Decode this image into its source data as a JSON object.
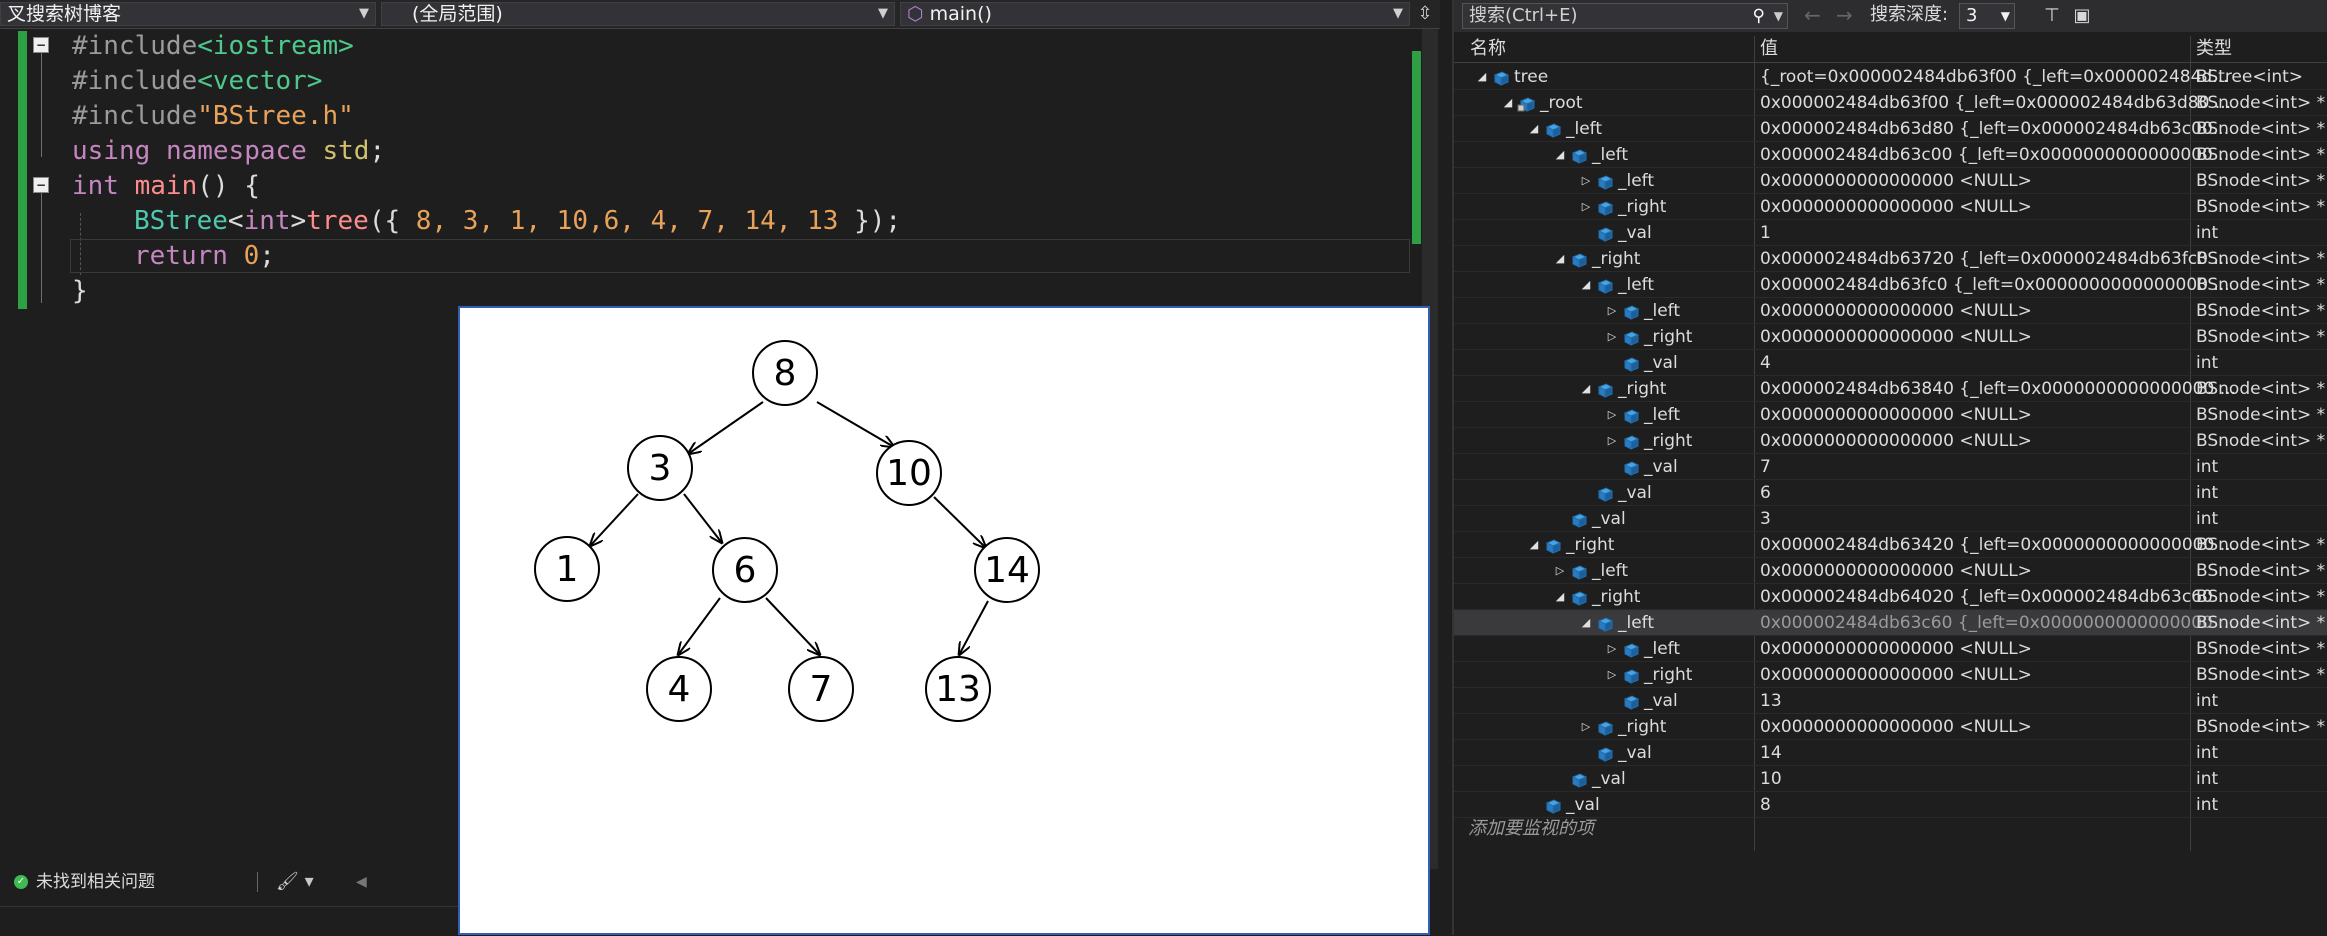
{
  "navbar": {
    "project": "叉搜索树博客",
    "scope": "(全局范围)",
    "function": "main()"
  },
  "code": {
    "lines": [
      [
        "#include",
        "<iostream>"
      ],
      [
        "#include",
        "<vector>"
      ],
      [
        "#include",
        "\"BStree.h\""
      ],
      [
        "using namespace std;"
      ],
      [
        "int main() {"
      ],
      [
        "BStree",
        "<int>",
        "tree",
        "({ 8, 3, 1, 10,6, 4, 7, 14, 13 });"
      ],
      [
        "return",
        "0;"
      ],
      [
        "}"
      ]
    ],
    "l1a": "#include",
    "l1b": "<iostream>",
    "l2a": "#include",
    "l2b": "<vector>",
    "l3a": "#include",
    "l3b": "\"BStree.h\"",
    "l4a": "using",
    "l4b": "namespace",
    "l4c": "std",
    "l4d": ";",
    "l5a": "int",
    "l5b": "main",
    "l5c": "() {",
    "l6a": "BStree",
    "l6b": "<",
    "l6c": "int",
    "l6d": ">",
    "l6e": "tree",
    "l6f": "({ ",
    "l6g": "8, 3, 1, 10,6, 4, 7, 14, 13",
    "l6h": " });",
    "l7a": "return",
    "l7b": "0",
    "l7c": ";",
    "l8a": "}"
  },
  "status": {
    "issues": "未找到相关问题"
  },
  "tree_image": {
    "nodes": [
      "8",
      "3",
      "10",
      "1",
      "6",
      "14",
      "4",
      "7",
      "13"
    ]
  },
  "watch": {
    "search_placeholder": "搜索(Ctrl+E)",
    "depth_label": "搜索深度:",
    "depth_value": "3",
    "col_name": "名称",
    "col_value": "值",
    "col_type": "类型",
    "add_item": "添加要监视的项",
    "rows": [
      {
        "name": "tree",
        "value": "{_root=0x000002484db63f00 {_left=0x000002484d...",
        "type": "BStree<int>",
        "exp": "open",
        "lock": false
      },
      {
        "name": "_root",
        "value": "0x000002484db63f00 {_left=0x000002484db63d80 ...",
        "type": "BSnode<int> *",
        "exp": "open",
        "lock": true
      },
      {
        "name": "_left",
        "value": "0x000002484db63d80 {_left=0x000002484db63c00...",
        "type": "BSnode<int> *",
        "exp": "open",
        "lock": false
      },
      {
        "name": "_left",
        "value": "0x000002484db63c00 {_left=0x0000000000000000 ...",
        "type": "BSnode<int> *",
        "exp": "open",
        "lock": false
      },
      {
        "name": "_left",
        "value": "0x0000000000000000 <NULL>",
        "type": "BSnode<int> *",
        "exp": "closed",
        "lock": false
      },
      {
        "name": "_right",
        "value": "0x0000000000000000 <NULL>",
        "type": "BSnode<int> *",
        "exp": "closed",
        "lock": false
      },
      {
        "name": "_val",
        "value": "1",
        "type": "int",
        "exp": "none",
        "lock": false
      },
      {
        "name": "_right",
        "value": "0x000002484db63720 {_left=0x000002484db63fc0 ...",
        "type": "BSnode<int> *",
        "exp": "open",
        "lock": false
      },
      {
        "name": "_left",
        "value": "0x000002484db63fc0 {_left=0x0000000000000000 ...",
        "type": "BSnode<int> *",
        "exp": "open",
        "lock": false
      },
      {
        "name": "_left",
        "value": "0x0000000000000000 <NULL>",
        "type": "BSnode<int> *",
        "exp": "closed",
        "lock": false
      },
      {
        "name": "_right",
        "value": "0x0000000000000000 <NULL>",
        "type": "BSnode<int> *",
        "exp": "closed",
        "lock": false
      },
      {
        "name": "_val",
        "value": "4",
        "type": "int",
        "exp": "none",
        "lock": false
      },
      {
        "name": "_right",
        "value": "0x000002484db63840 {_left=0x0000000000000000 ...",
        "type": "BSnode<int> *",
        "exp": "open",
        "lock": false
      },
      {
        "name": "_left",
        "value": "0x0000000000000000 <NULL>",
        "type": "BSnode<int> *",
        "exp": "closed",
        "lock": false
      },
      {
        "name": "_right",
        "value": "0x0000000000000000 <NULL>",
        "type": "BSnode<int> *",
        "exp": "closed",
        "lock": false
      },
      {
        "name": "_val",
        "value": "7",
        "type": "int",
        "exp": "none",
        "lock": false
      },
      {
        "name": "_val",
        "value": "6",
        "type": "int",
        "exp": "none",
        "lock": false
      },
      {
        "name": "_val",
        "value": "3",
        "type": "int",
        "exp": "none",
        "lock": false
      },
      {
        "name": "_right",
        "value": "0x000002484db63420 {_left=0x0000000000000000 ...",
        "type": "BSnode<int> *",
        "exp": "open",
        "lock": false
      },
      {
        "name": "_left",
        "value": "0x0000000000000000 <NULL>",
        "type": "BSnode<int> *",
        "exp": "closed",
        "lock": false
      },
      {
        "name": "_right",
        "value": "0x000002484db64020 {_left=0x000002484db63c60 ...",
        "type": "BSnode<int> *",
        "exp": "open",
        "lock": false
      },
      {
        "name": "_left",
        "value": "0x000002484db63c60 {_left=0x0000000000000000 ...",
        "type": "BSnode<int> *",
        "exp": "open",
        "lock": false,
        "selected": true
      },
      {
        "name": "_left",
        "value": "0x0000000000000000 <NULL>",
        "type": "BSnode<int> *",
        "exp": "closed",
        "lock": false
      },
      {
        "name": "_right",
        "value": "0x0000000000000000 <NULL>",
        "type": "BSnode<int> *",
        "exp": "closed",
        "lock": false
      },
      {
        "name": "_val",
        "value": "13",
        "type": "int",
        "exp": "none",
        "lock": false
      },
      {
        "name": "_right",
        "value": "0x0000000000000000 <NULL>",
        "type": "BSnode<int> *",
        "exp": "closed",
        "lock": false
      },
      {
        "name": "_val",
        "value": "14",
        "type": "int",
        "exp": "none",
        "lock": false
      },
      {
        "name": "_val",
        "value": "10",
        "type": "int",
        "exp": "none",
        "lock": false
      },
      {
        "name": "_val",
        "value": "8",
        "type": "int",
        "exp": "none",
        "lock": false
      }
    ]
  }
}
